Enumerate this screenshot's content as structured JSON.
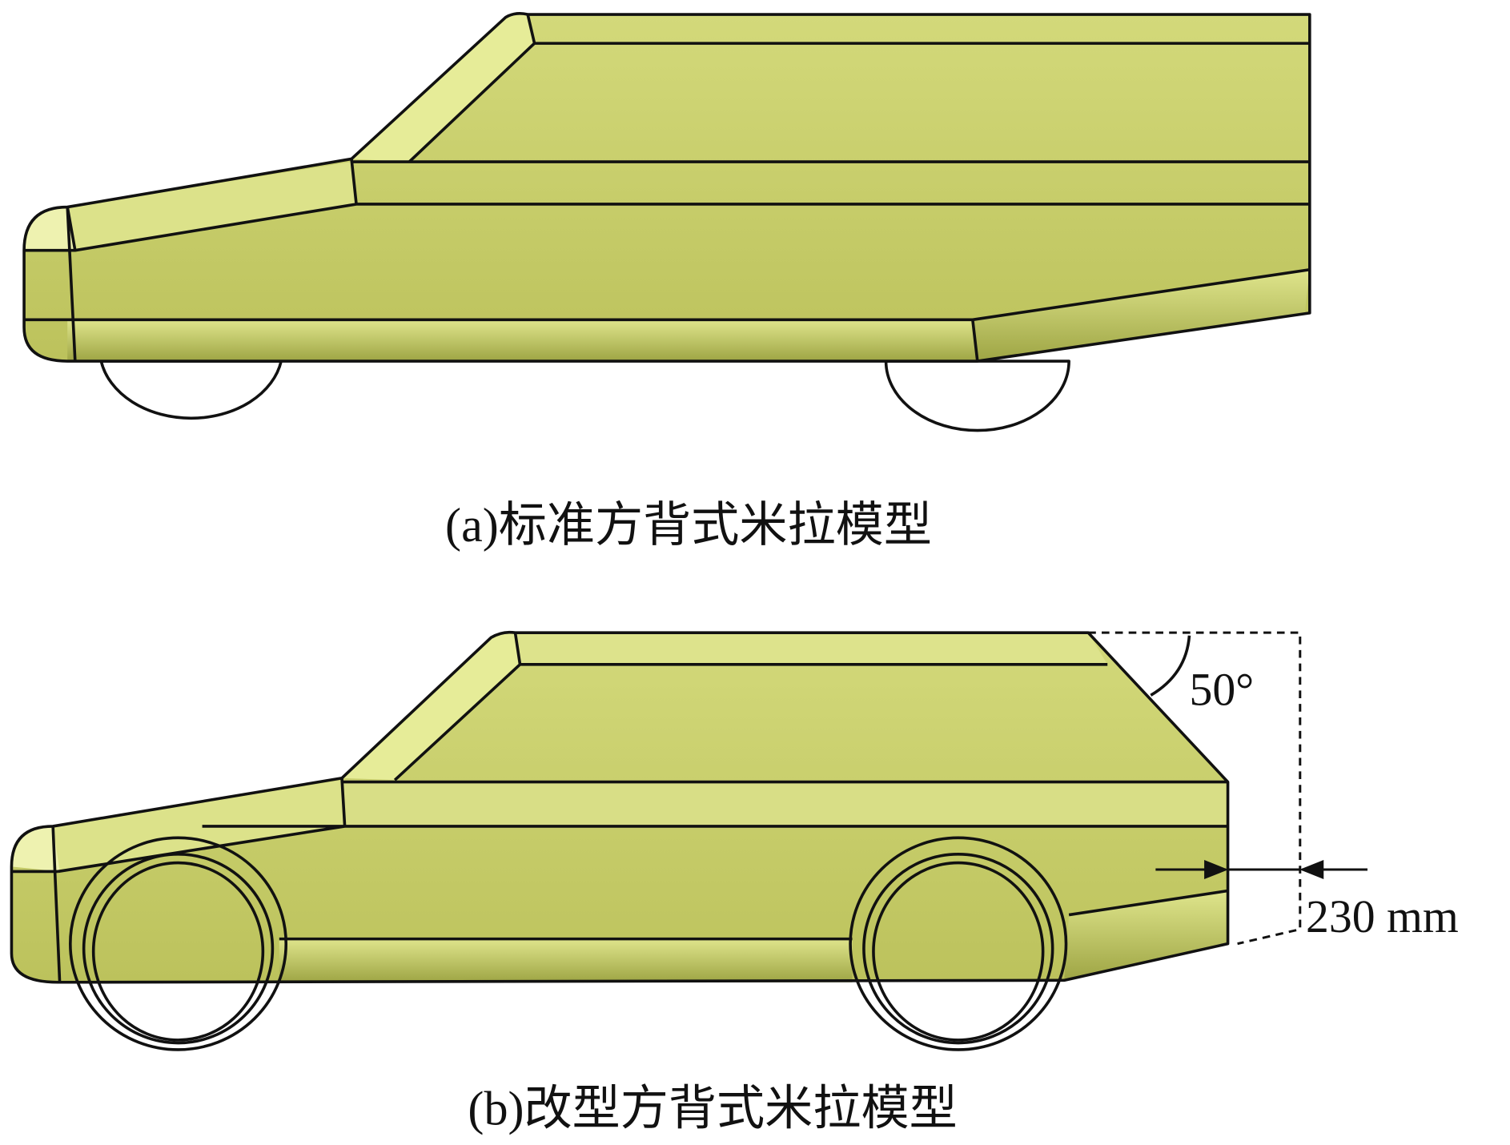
{
  "figure_a": {
    "caption": "(a)标准方背式米拉模型"
  },
  "figure_b": {
    "caption": "(b)改型方背式米拉模型",
    "angle_label": "50°",
    "offset_label": "230 mm"
  },
  "colors": {
    "body": "#c9cf6c",
    "highlight": "#e9ef9c",
    "shade": "#aab24c",
    "line": "#111111"
  }
}
